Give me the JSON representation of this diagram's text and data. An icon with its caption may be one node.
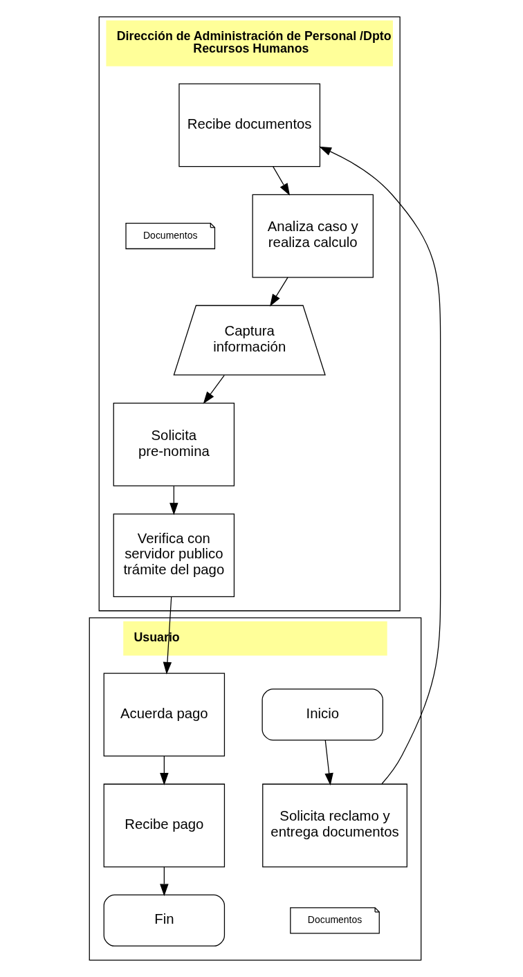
{
  "diagram": {
    "nodes": [
      {
        "text": [
          "Usuario"
        ]
      },
      {
        "text": [
          "Dirección de Administración de Personal /Dpto Recursos Humanos"
        ]
      },
      {
        "text": [
          "Inicio"
        ],
        "in": 0
      },
      {
        "text": [
          "Solicita reclamo y entrega documentos"
        ],
        "in": 0
      },
      {
        "text": [
          "Documentos"
        ],
        "in": 0
      },
      {
        "text": [
          "Recibe documentos"
        ],
        "in": 1
      },
      {
        "text": [
          "Documentos"
        ],
        "in": 1
      },
      {
        "text": [
          "Analiza caso y realiza calculo"
        ],
        "in": 1
      },
      {
        "text": [
          "Captura información"
        ],
        "in": 1
      },
      {
        "text": [
          "Solicita pre-nomina"
        ],
        "in": 1
      },
      {
        "text": [
          "Verifica con servidor publico trámite del pago"
        ],
        "in": 1
      },
      {
        "text": [
          "Acuerda pago"
        ],
        "in": 0
      },
      {
        "text": [
          "Recibe pago"
        ],
        "in": 0
      },
      {
        "text": [
          "Fin"
        ],
        "in": 0
      }
    ],
    "edges": [
      {
        "from": 2,
        "to": 3,
        "arrow": "to"
      },
      {
        "from": 3,
        "to": 5,
        "arrow": "to"
      },
      {
        "from": 5,
        "to": 7,
        "arrow": "to"
      },
      {
        "from": 7,
        "to": 8,
        "arrow": "to"
      },
      {
        "from": 8,
        "to": 9,
        "arrow": "to"
      },
      {
        "from": 9,
        "to": 10,
        "arrow": "to"
      },
      {
        "from": 10,
        "to": 11,
        "arrow": "to"
      },
      {
        "from": 11,
        "to": 12,
        "arrow": "to"
      },
      {
        "from": 12,
        "to": 13,
        "arrow": "to"
      }
    ]
  }
}
